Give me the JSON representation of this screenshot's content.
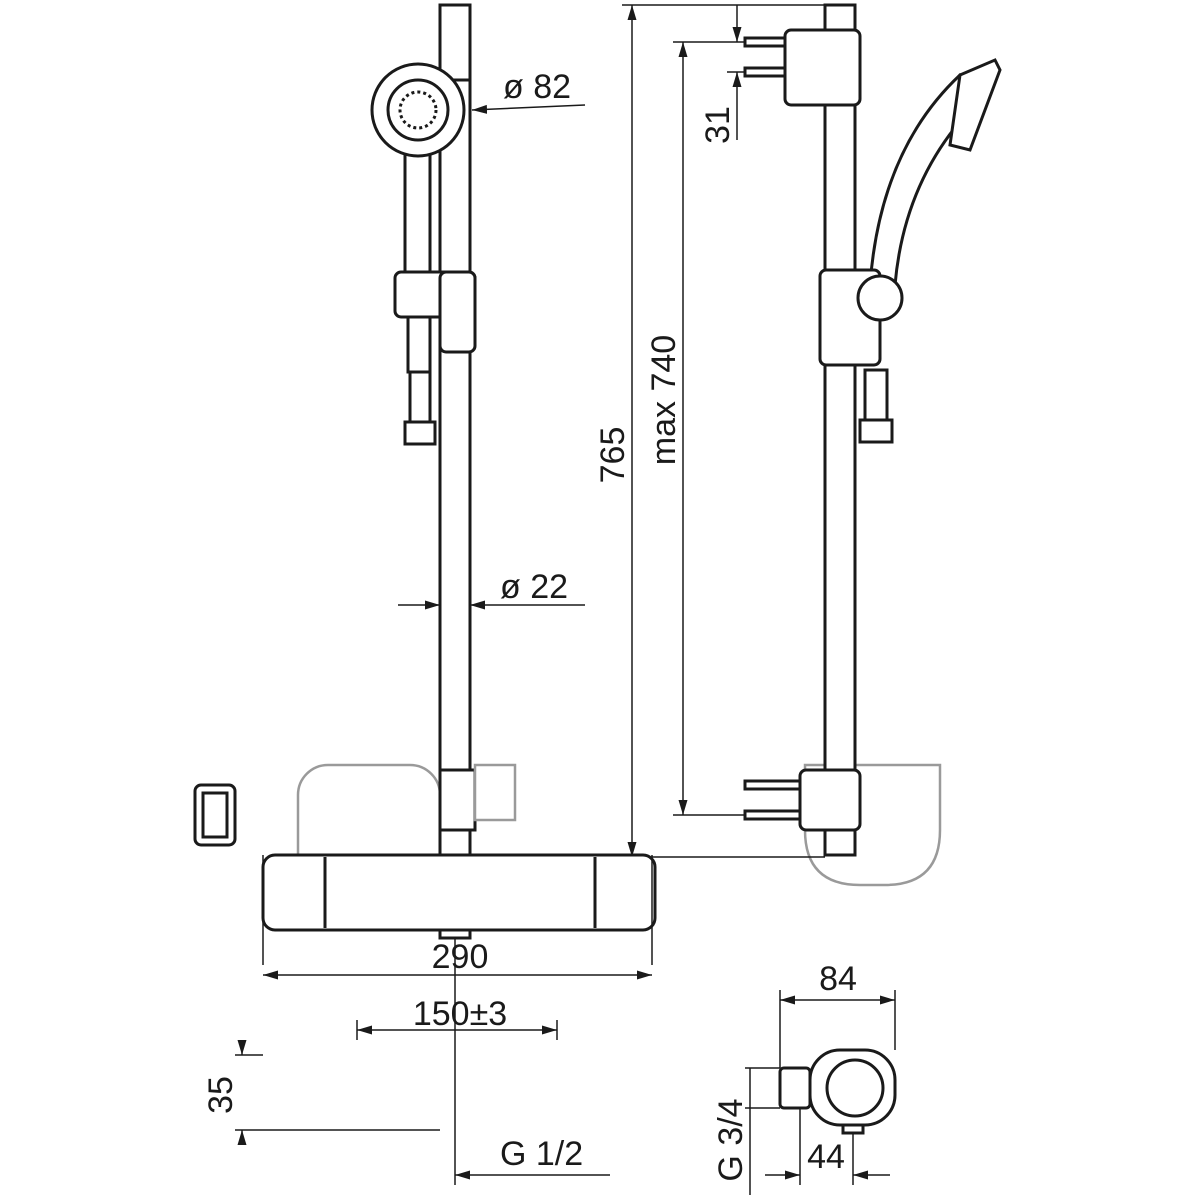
{
  "drawing": {
    "dimensions": {
      "head_diameter": "ø 82",
      "rail_diameter": "ø 22",
      "overall_length": "765",
      "max_spacing": "max 740",
      "bracket_offset": "31",
      "mixer_width": "290",
      "mixer_cc": "150±3",
      "mixer_height": "35",
      "outlet_thread": "G 1/2",
      "mixer_depth": "84",
      "inlet_thread": "G 3/4",
      "inlet_offset": "44"
    }
  }
}
